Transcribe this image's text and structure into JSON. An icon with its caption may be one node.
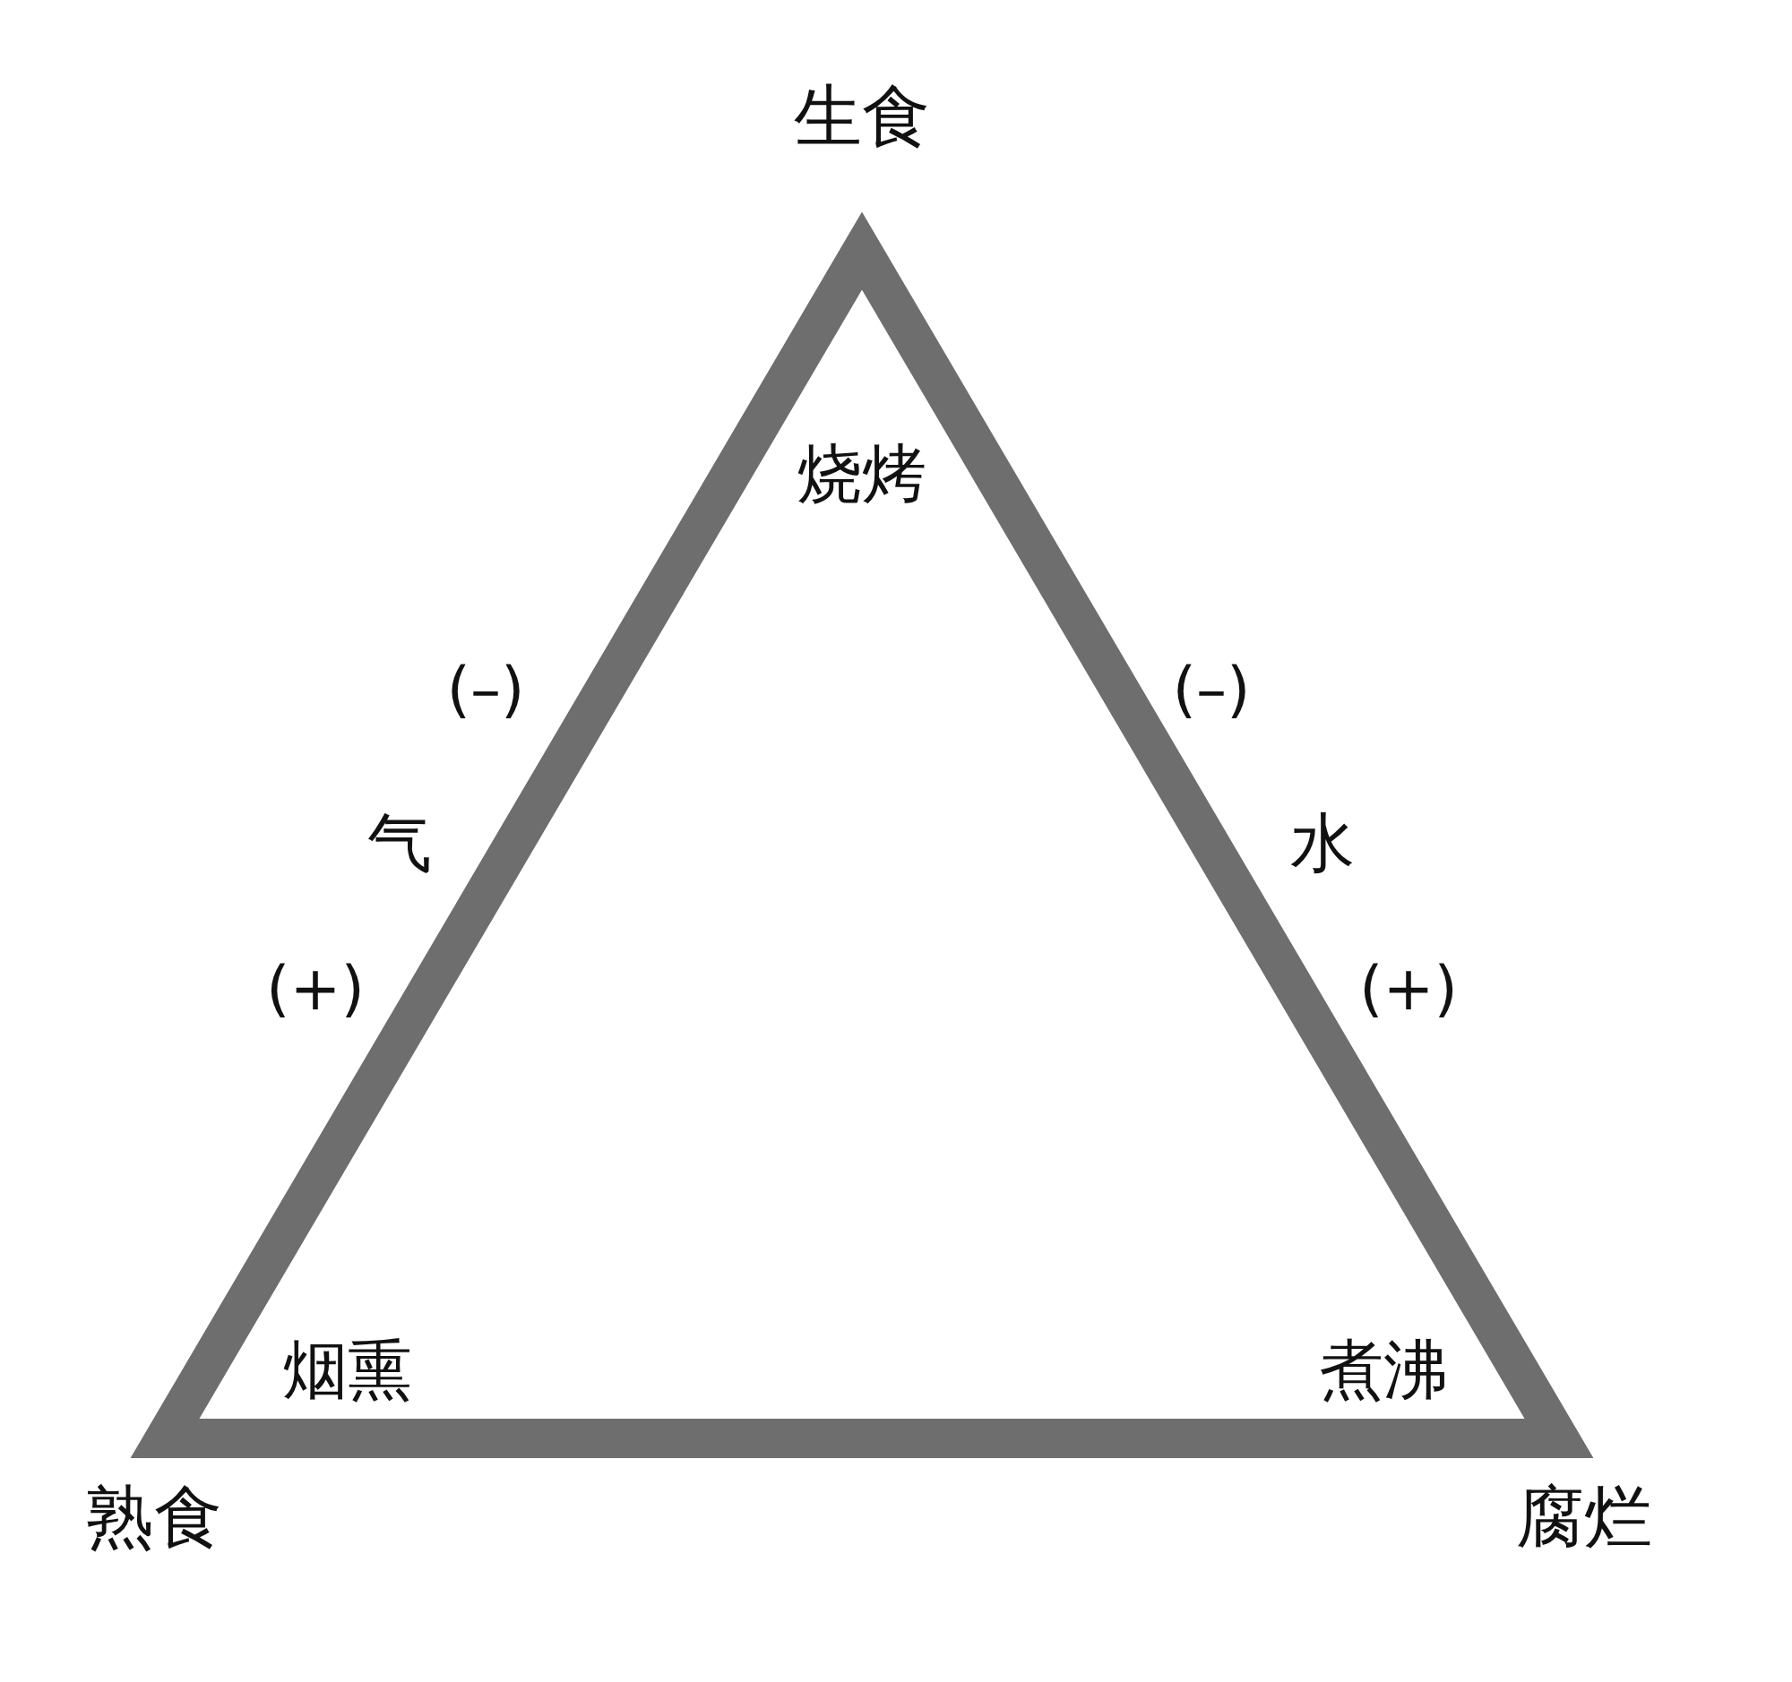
{
  "diagram": {
    "labels": [
      "生食",
      "烧烤",
      "(–)",
      "(–)",
      "气",
      "水",
      "(+)",
      "(+)",
      "烟熏",
      "煮沸",
      "熟食",
      "腐烂"
    ]
  }
}
